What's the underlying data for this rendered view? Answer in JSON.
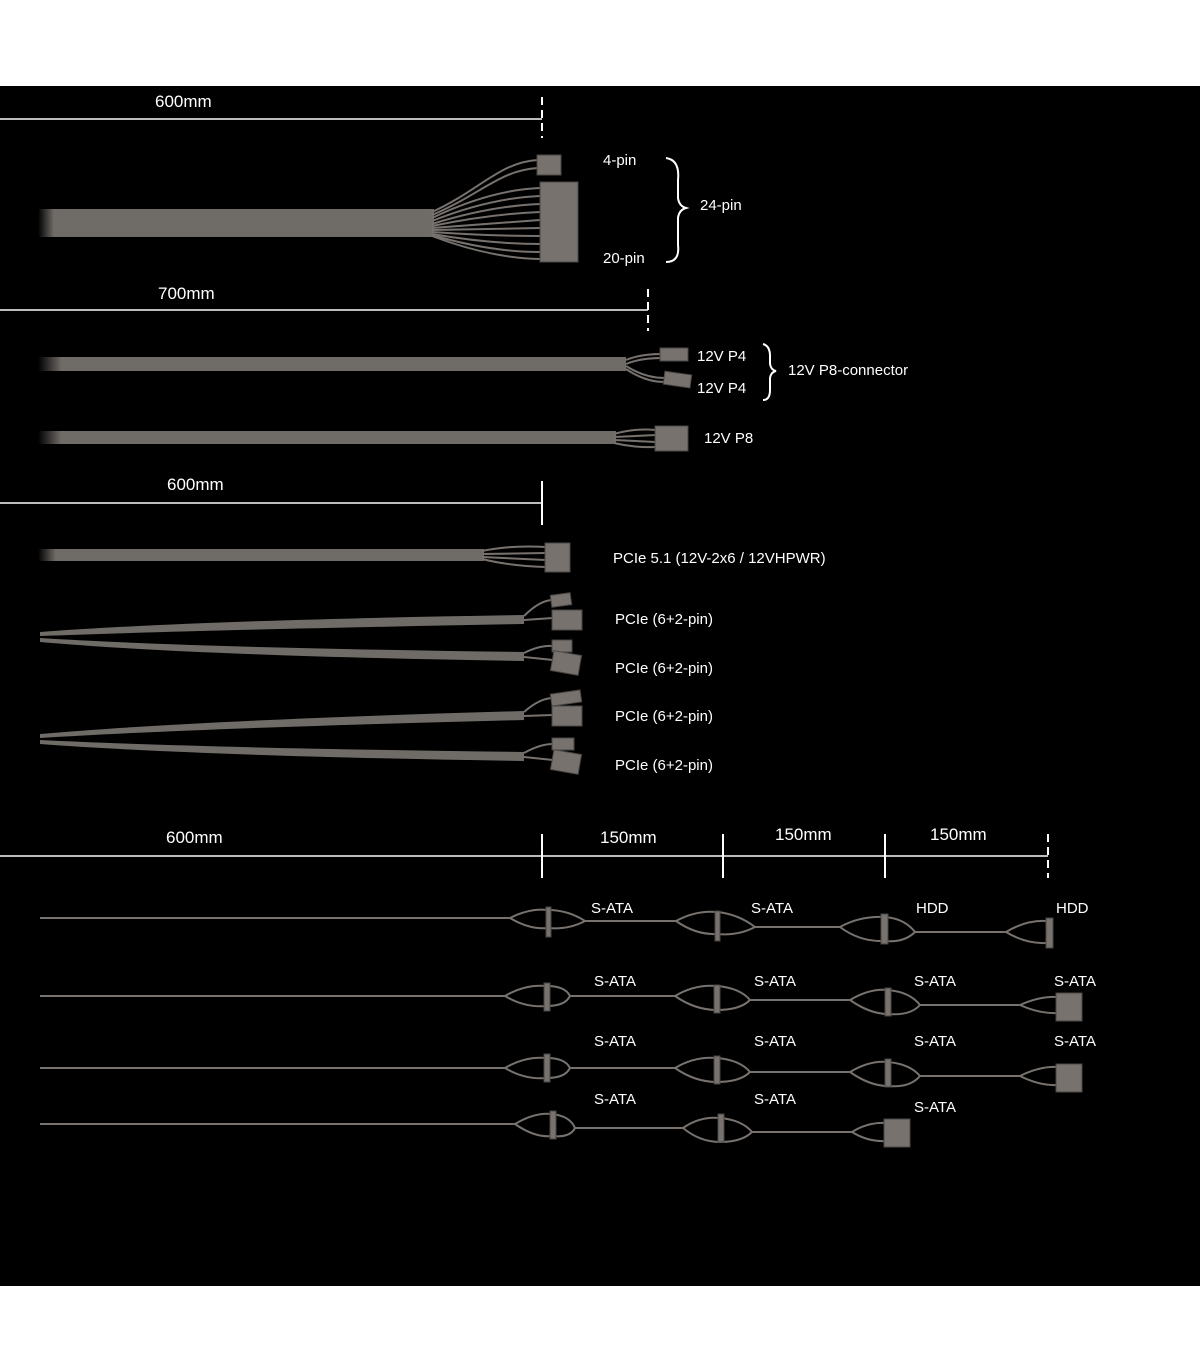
{
  "section_24pin": {
    "length": "600mm",
    "labels": {
      "four_pin": "4-pin",
      "twenty_four_pin": "24-pin",
      "twenty_pin": "20-pin"
    }
  },
  "section_cpu": {
    "length": "700mm",
    "p4_a": "12V P4",
    "p4_b": "12V P4",
    "p8_connector": "12V P8-connector",
    "p8": "12V P8"
  },
  "section_pcie": {
    "length": "600mm",
    "pcie5": "PCIe 5.1 (12V-2x6 / 12VHPWR)",
    "pcie": [
      "PCIe (6+2-pin)",
      "PCIe (6+2-pin)",
      "PCIe (6+2-pin)",
      "PCIe (6+2-pin)"
    ]
  },
  "section_sata": {
    "lengths": [
      "600mm",
      "150mm",
      "150mm",
      "150mm"
    ],
    "rows": [
      [
        "S-ATA",
        "S-ATA",
        "HDD",
        "HDD"
      ],
      [
        "S-ATA",
        "S-ATA",
        "S-ATA",
        "S-ATA"
      ],
      [
        "S-ATA",
        "S-ATA",
        "S-ATA",
        "S-ATA"
      ],
      [
        "S-ATA",
        "S-ATA",
        "S-ATA"
      ]
    ]
  }
}
